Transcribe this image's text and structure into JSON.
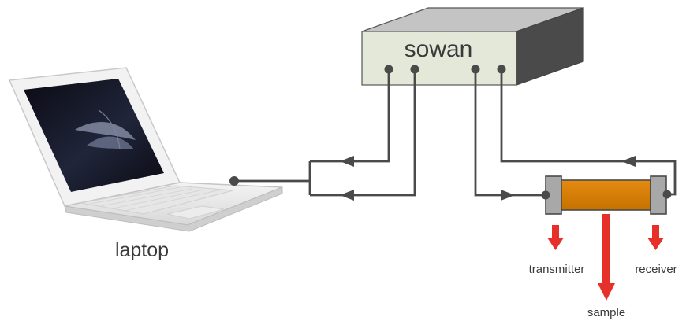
{
  "device": {
    "label": "sowan"
  },
  "laptop": {
    "label": "laptop"
  },
  "sample_assembly": {
    "transmitter_label": "transmitter",
    "receiver_label": "receiver",
    "sample_label": "sample"
  },
  "colors": {
    "box_front": "#e4e8d9",
    "box_top": "#c4c4c4",
    "box_side": "#4a4a4a",
    "wire": "#4a4a4a",
    "sample_fill": "#d98000",
    "transducer_fill": "#a8a8a8",
    "pointer_arrow": "#e8302a",
    "text": "#3a3a3a"
  }
}
